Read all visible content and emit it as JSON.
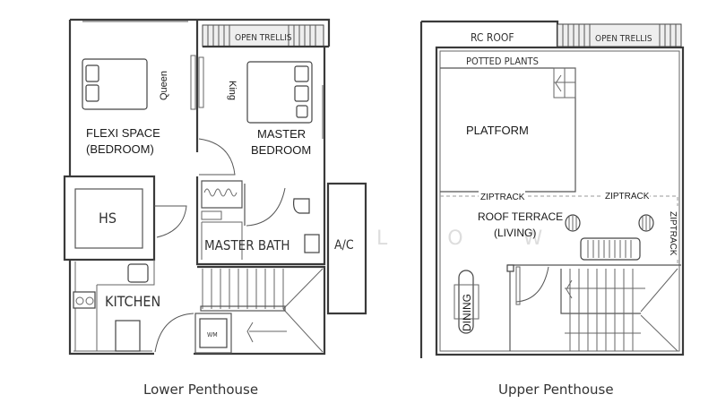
{
  "lower": {
    "caption": "Lower Penthouse",
    "rooms": {
      "flexi_line1": "FLEXI SPACE",
      "flexi_line2": "(BEDROOM)",
      "master_line1": "MASTER",
      "master_line2": "BEDROOM",
      "hs": "HS",
      "master_bath": "MASTER BATH",
      "ac": "A/C",
      "kitchen": "KITCHEN"
    },
    "annotations": {
      "open_trellis": "OPEN TRELLIS",
      "queen_bed": "Queen",
      "king_bed": "King",
      "washing_machine": "WM"
    }
  },
  "upper": {
    "caption": "Upper Penthouse",
    "rooms": {
      "platform": "PLATFORM",
      "roof_terrace_line1": "ROOF TERRACE",
      "roof_terrace_line2": "(LIVING)",
      "dining": "DINING"
    },
    "annotations": {
      "rc_roof": "RC ROOF",
      "open_trellis": "OPEN TRELLIS",
      "potted_plants": "POTTED PLANTS",
      "ziptrack_1": "ZIPTRACK",
      "ziptrack_2": "ZIPTRACK",
      "ziptrack_3": "ZIPTRACK"
    }
  },
  "watermark": "L O W"
}
